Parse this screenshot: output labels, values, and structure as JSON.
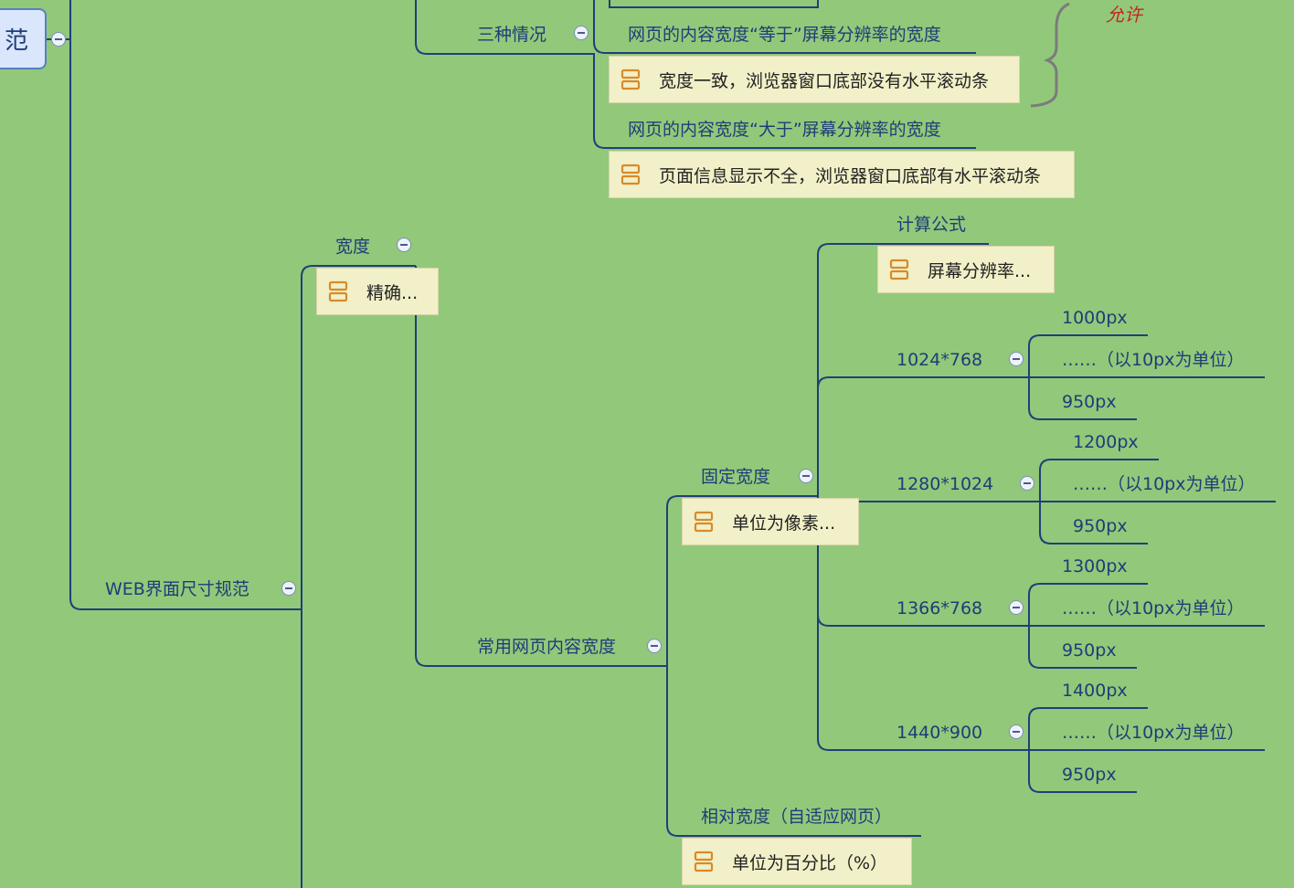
{
  "root": {
    "text": "范"
  },
  "annotation": "允许",
  "nodes": {
    "web_spec": "WEB界面尺寸规范",
    "width": "宽度",
    "width_note": "精确...",
    "three_cases": "三种情况",
    "equal_title": "网页的内容宽度“等于”屏幕分辨率的宽度",
    "equal_note": "宽度一致，浏览器窗口底部没有水平滚动条",
    "greater_title": "网页的内容宽度“大于”屏幕分辨率的宽度",
    "greater_note": "页面信息显示不全，浏览器窗口底部有水平滚动条",
    "common_width": "常用网页内容宽度",
    "fixed_width": "固定宽度",
    "fixed_note": "单位为像素...",
    "formula": "计算公式",
    "formula_note": "屏幕分辨率...",
    "relative_width": "相对宽度（自适应网页）",
    "relative_note": "单位为百分比（%）"
  },
  "resolutions": [
    {
      "name": "1024*768",
      "items": [
        "1000px",
        "……（以10px为单位）",
        "950px"
      ]
    },
    {
      "name": "1280*1024",
      "items": [
        "1200px",
        "……（以10px为单位）",
        "950px"
      ]
    },
    {
      "name": "1366*768",
      "items": [
        "1300px",
        "……（以10px为单位）",
        "950px"
      ]
    },
    {
      "name": "1440*900",
      "items": [
        "1400px",
        "……（以10px为单位）",
        "950px"
      ]
    }
  ]
}
